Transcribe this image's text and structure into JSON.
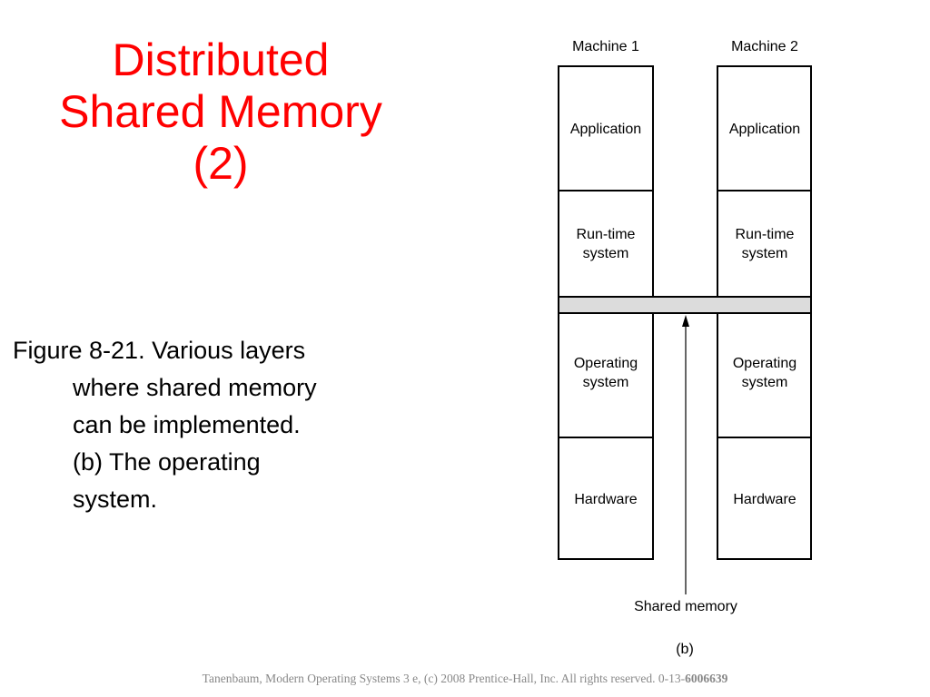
{
  "title": {
    "line1": "Distributed",
    "line2": "Shared Memory",
    "line3": "(2)"
  },
  "caption": {
    "line1": "Figure 8-21. Various layers",
    "line2": "where shared memory",
    "line3": "can be implemented.",
    "line4": "(b) The operating",
    "line5": "system."
  },
  "diagram": {
    "machine1": {
      "label": "Machine 1",
      "application": "Application",
      "runtime_line1": "Run-time",
      "runtime_line2": "system",
      "os_line1": "Operating",
      "os_line2": "system",
      "hardware": "Hardware"
    },
    "machine2": {
      "label": "Machine 2",
      "application": "Application",
      "runtime_line1": "Run-time",
      "runtime_line2": "system",
      "os_line1": "Operating",
      "os_line2": "system",
      "hardware": "Hardware"
    },
    "shared_memory_label": "Shared memory",
    "subfigure_label": "(b)",
    "colors": {
      "shared_band": "#dcdcdc",
      "outline": "#000000"
    }
  },
  "footer": {
    "text": "Tanenbaum, Modern Operating Systems 3 e, (c) 2008 Prentice-Hall, Inc. All rights reserved. 0-13-",
    "bold": "6006639"
  },
  "colors": {
    "title": "#ff0000",
    "footer": "#888888"
  }
}
